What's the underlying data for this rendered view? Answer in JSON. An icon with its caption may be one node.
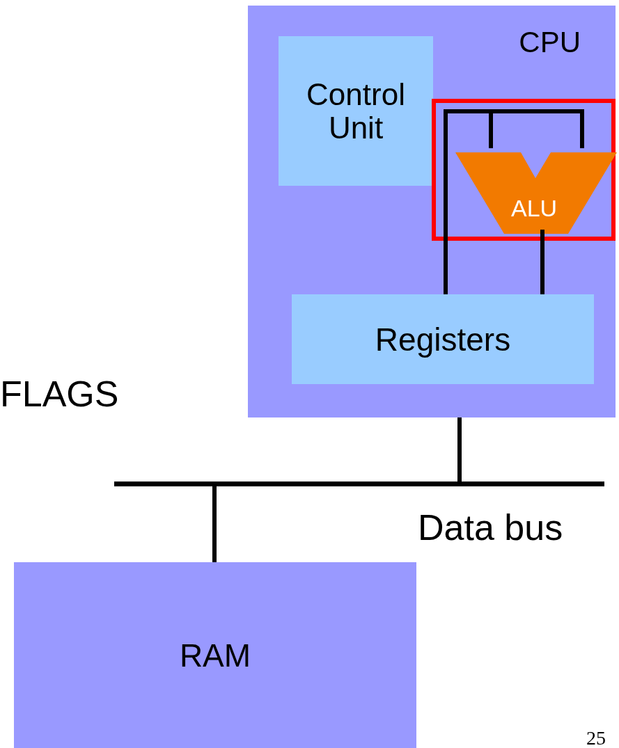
{
  "diagram": {
    "nodes": [
      {
        "text": [
          "CPU"
        ]
      },
      {
        "text": [
          "Control Unit"
        ],
        "in": 0
      },
      {
        "text": [],
        "shape": "box",
        "in": 0
      },
      {
        "text": [
          "ALU"
        ],
        "in": 2
      },
      {
        "text": [
          "Registers"
        ],
        "in": 0
      },
      {
        "text": [
          "Data bus"
        ]
      },
      {
        "text": [
          "RAM"
        ]
      }
    ],
    "edges": [
      {
        "from": 4,
        "to": 3,
        "arrow": "none"
      },
      {
        "from": 3,
        "to": 4,
        "arrow": "none"
      },
      {
        "from": 0,
        "to": 5,
        "arrow": "none"
      },
      {
        "from": 5,
        "to": 6,
        "arrow": "none"
      }
    ],
    "labels": [
      "FLAGS",
      "25"
    ]
  }
}
